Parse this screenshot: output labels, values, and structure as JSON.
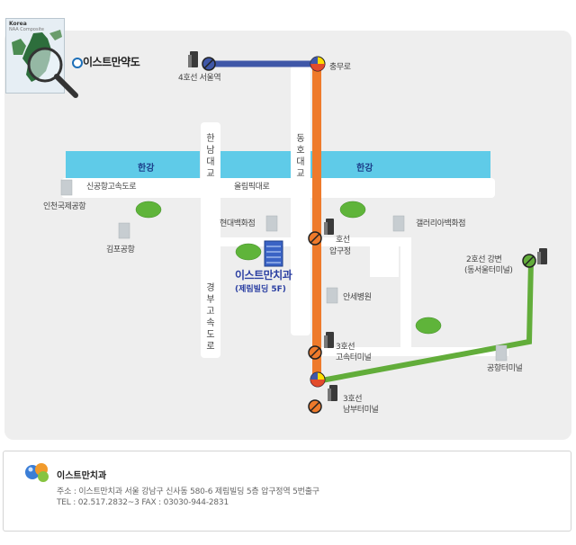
{
  "header": {
    "title": "이스트만약도"
  },
  "inset": {
    "country": "Korea",
    "caption": "NAA Composite"
  },
  "rivers": [
    {
      "label": "한강"
    },
    {
      "label": "한강"
    }
  ],
  "roads": {
    "expressway_west": "신공항고속도로",
    "olympic": "올림픽대로",
    "hannam_bridge": [
      "한",
      "남",
      "대",
      "교"
    ],
    "dongho_bridge": [
      "동",
      "호",
      "대",
      "교"
    ],
    "gyeongbu": [
      "경",
      "부",
      "고",
      "속",
      "도",
      "로"
    ]
  },
  "places": {
    "incheon_airport": "인천국제공항",
    "gimpo_airport": "김포공항",
    "hyundai": "현대백화점",
    "galleria": "갤러리아백화점",
    "ahnse": "안세병원",
    "airport_terminal": "공항터미널"
  },
  "stations": {
    "seoul_line": "4호선",
    "seoul_name": "서울역",
    "chungmuro": "충무로",
    "apgujeong_line": "호선",
    "apgujeong_name": "압구정",
    "express_line": "3호선",
    "express_name": "고속터미널",
    "nambu_line": "3호선",
    "nambu_name": "남부터미널",
    "gangbyeon_line": "2호선",
    "gangbyeon_name": "강변",
    "gangbyeon_sub": "(동서울터미널)"
  },
  "clinic": {
    "name": "이스트만치과",
    "building": "(제림빌딩 5F)"
  },
  "info": {
    "title": "이스트만치과",
    "address": "주소 : 이스트만치과 서울 강남구 신사동 580-6 제림빌딩 5층 압구정역 5번출구",
    "contact": "TEL : 02.517.2832~3   FAX : 03030-944-2831"
  },
  "colors": {
    "panel": "#eeeeee",
    "river": "#5fcbe8",
    "line_blue": "#3f57a8",
    "line_orange": "#ee7a2b",
    "line_green": "#62ad3a",
    "clinic_text": "#2b3fa2"
  },
  "icons": [
    "magnifier-icon",
    "bullet-icon",
    "subway-entrance-icon",
    "station-marker-icon",
    "transfer-marker-icon",
    "building-icon",
    "tree-icon",
    "clinic-building-icon",
    "globe-icon"
  ]
}
